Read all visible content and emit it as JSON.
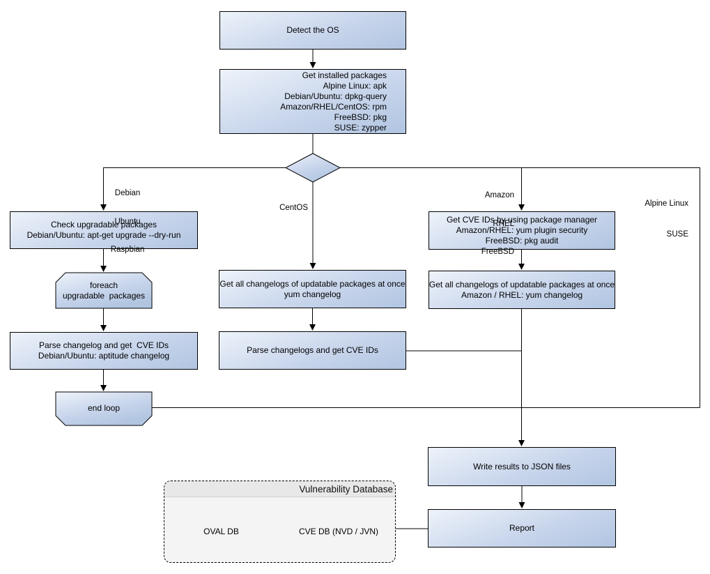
{
  "nodes": {
    "detect_os": {
      "lines": [
        "Detect the OS"
      ]
    },
    "get_installed": {
      "lines": [
        "Get installed packages",
        "Alpine Linux: apk",
        "Debian/Ubuntu: dpkg-query",
        "Amazon/RHEL/CentOS: rpm",
        "FreeBSD: pkg",
        "SUSE: zypper"
      ]
    },
    "check_upgradable": {
      "lines": [
        "Check upgradable packages",
        "Debian/Ubuntu: apt-get upgrade --dry-run"
      ]
    },
    "foreach_loop": {
      "lines": [
        "foreach",
        "upgradable  packages"
      ]
    },
    "parse_changelog_deb": {
      "lines": [
        "Parse changelog and get  CVE IDs",
        "Debian/Ubuntu: aptitude changelog"
      ]
    },
    "end_loop": {
      "lines": [
        "end loop"
      ]
    },
    "get_changelogs_centos": {
      "lines": [
        "Get all changelogs of updatable packages at once",
        "yum changelog"
      ]
    },
    "parse_changelogs_centos": {
      "lines": [
        "Parse changelogs and get CVE IDs"
      ]
    },
    "get_cve_ids_pkg_mgr": {
      "lines": [
        "Get CVE IDs by using package manager",
        "Amazon/RHEL: yum plugin security",
        "FreeBSD: pkg audit"
      ]
    },
    "get_changelogs_amazon": {
      "lines": [
        "Get all changelogs of updatable packages at once",
        "Amazon / RHEL: yum changelog"
      ]
    },
    "write_results": {
      "lines": [
        "Write results to JSON files"
      ]
    },
    "report": {
      "lines": [
        "Report"
      ]
    },
    "vulnerability_database": {
      "title": "Vulnerability Database"
    },
    "oval_db": {
      "label": "OVAL DB"
    },
    "cve_db": {
      "label": "CVE DB (NVD / JVN)"
    }
  },
  "branch_labels": {
    "debian": {
      "lines": [
        "Debian",
        "Ubuntu",
        "Raspbian"
      ]
    },
    "centos": {
      "lines": [
        "CentOS"
      ]
    },
    "amazon": {
      "lines": [
        "Amazon",
        "RHEL",
        "FreeBSD"
      ]
    },
    "alpine": {
      "lines": [
        "Alpine Linux",
        "SUSE"
      ]
    }
  },
  "colors": {
    "node_fill_light": "#eef3fa",
    "node_fill_dark": "#b1c5e1",
    "node_border": "#000000",
    "connector": "#000000",
    "container_fill": "#f4f4f4",
    "container_header": "#e8e8e8",
    "text": "#000000"
  }
}
